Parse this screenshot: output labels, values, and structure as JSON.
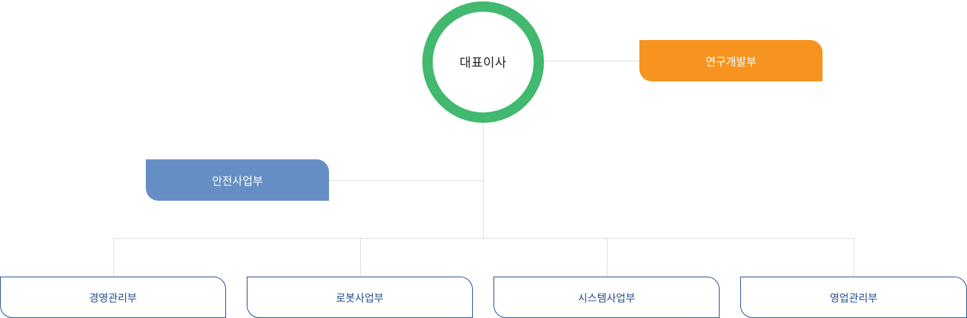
{
  "ceo": {
    "label": "대표이사",
    "ring_color": "#41b96f"
  },
  "rnd": {
    "label": "연구개발부",
    "color": "#f6941f"
  },
  "safety": {
    "label": "안전사업부",
    "color": "#658fc4"
  },
  "teams": [
    {
      "label": "경영관리부"
    },
    {
      "label": "로봇사업부"
    },
    {
      "label": "시스템사업부"
    },
    {
      "label": "영업관리부"
    }
  ],
  "team_border_color": "#1f4a8c",
  "connector_color": "#dcdcdc"
}
